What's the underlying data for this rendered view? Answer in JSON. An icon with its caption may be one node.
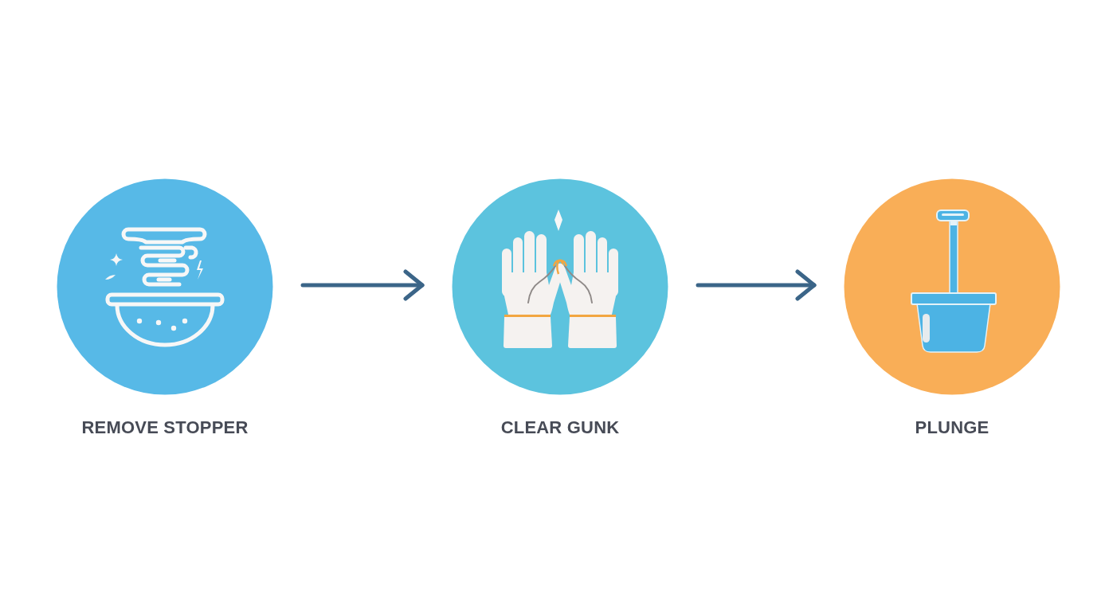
{
  "diagram": {
    "nodes": [
      {
        "text": [
          "REMOVE STOPPER"
        ]
      },
      {
        "text": [
          "CLEAR GUNK"
        ]
      },
      {
        "text": [
          "PLUNGE"
        ]
      }
    ],
    "edges": [
      {
        "from": 0,
        "to": 1,
        "arrow": "to"
      },
      {
        "from": 1,
        "to": 2,
        "arrow": "to"
      }
    ]
  }
}
